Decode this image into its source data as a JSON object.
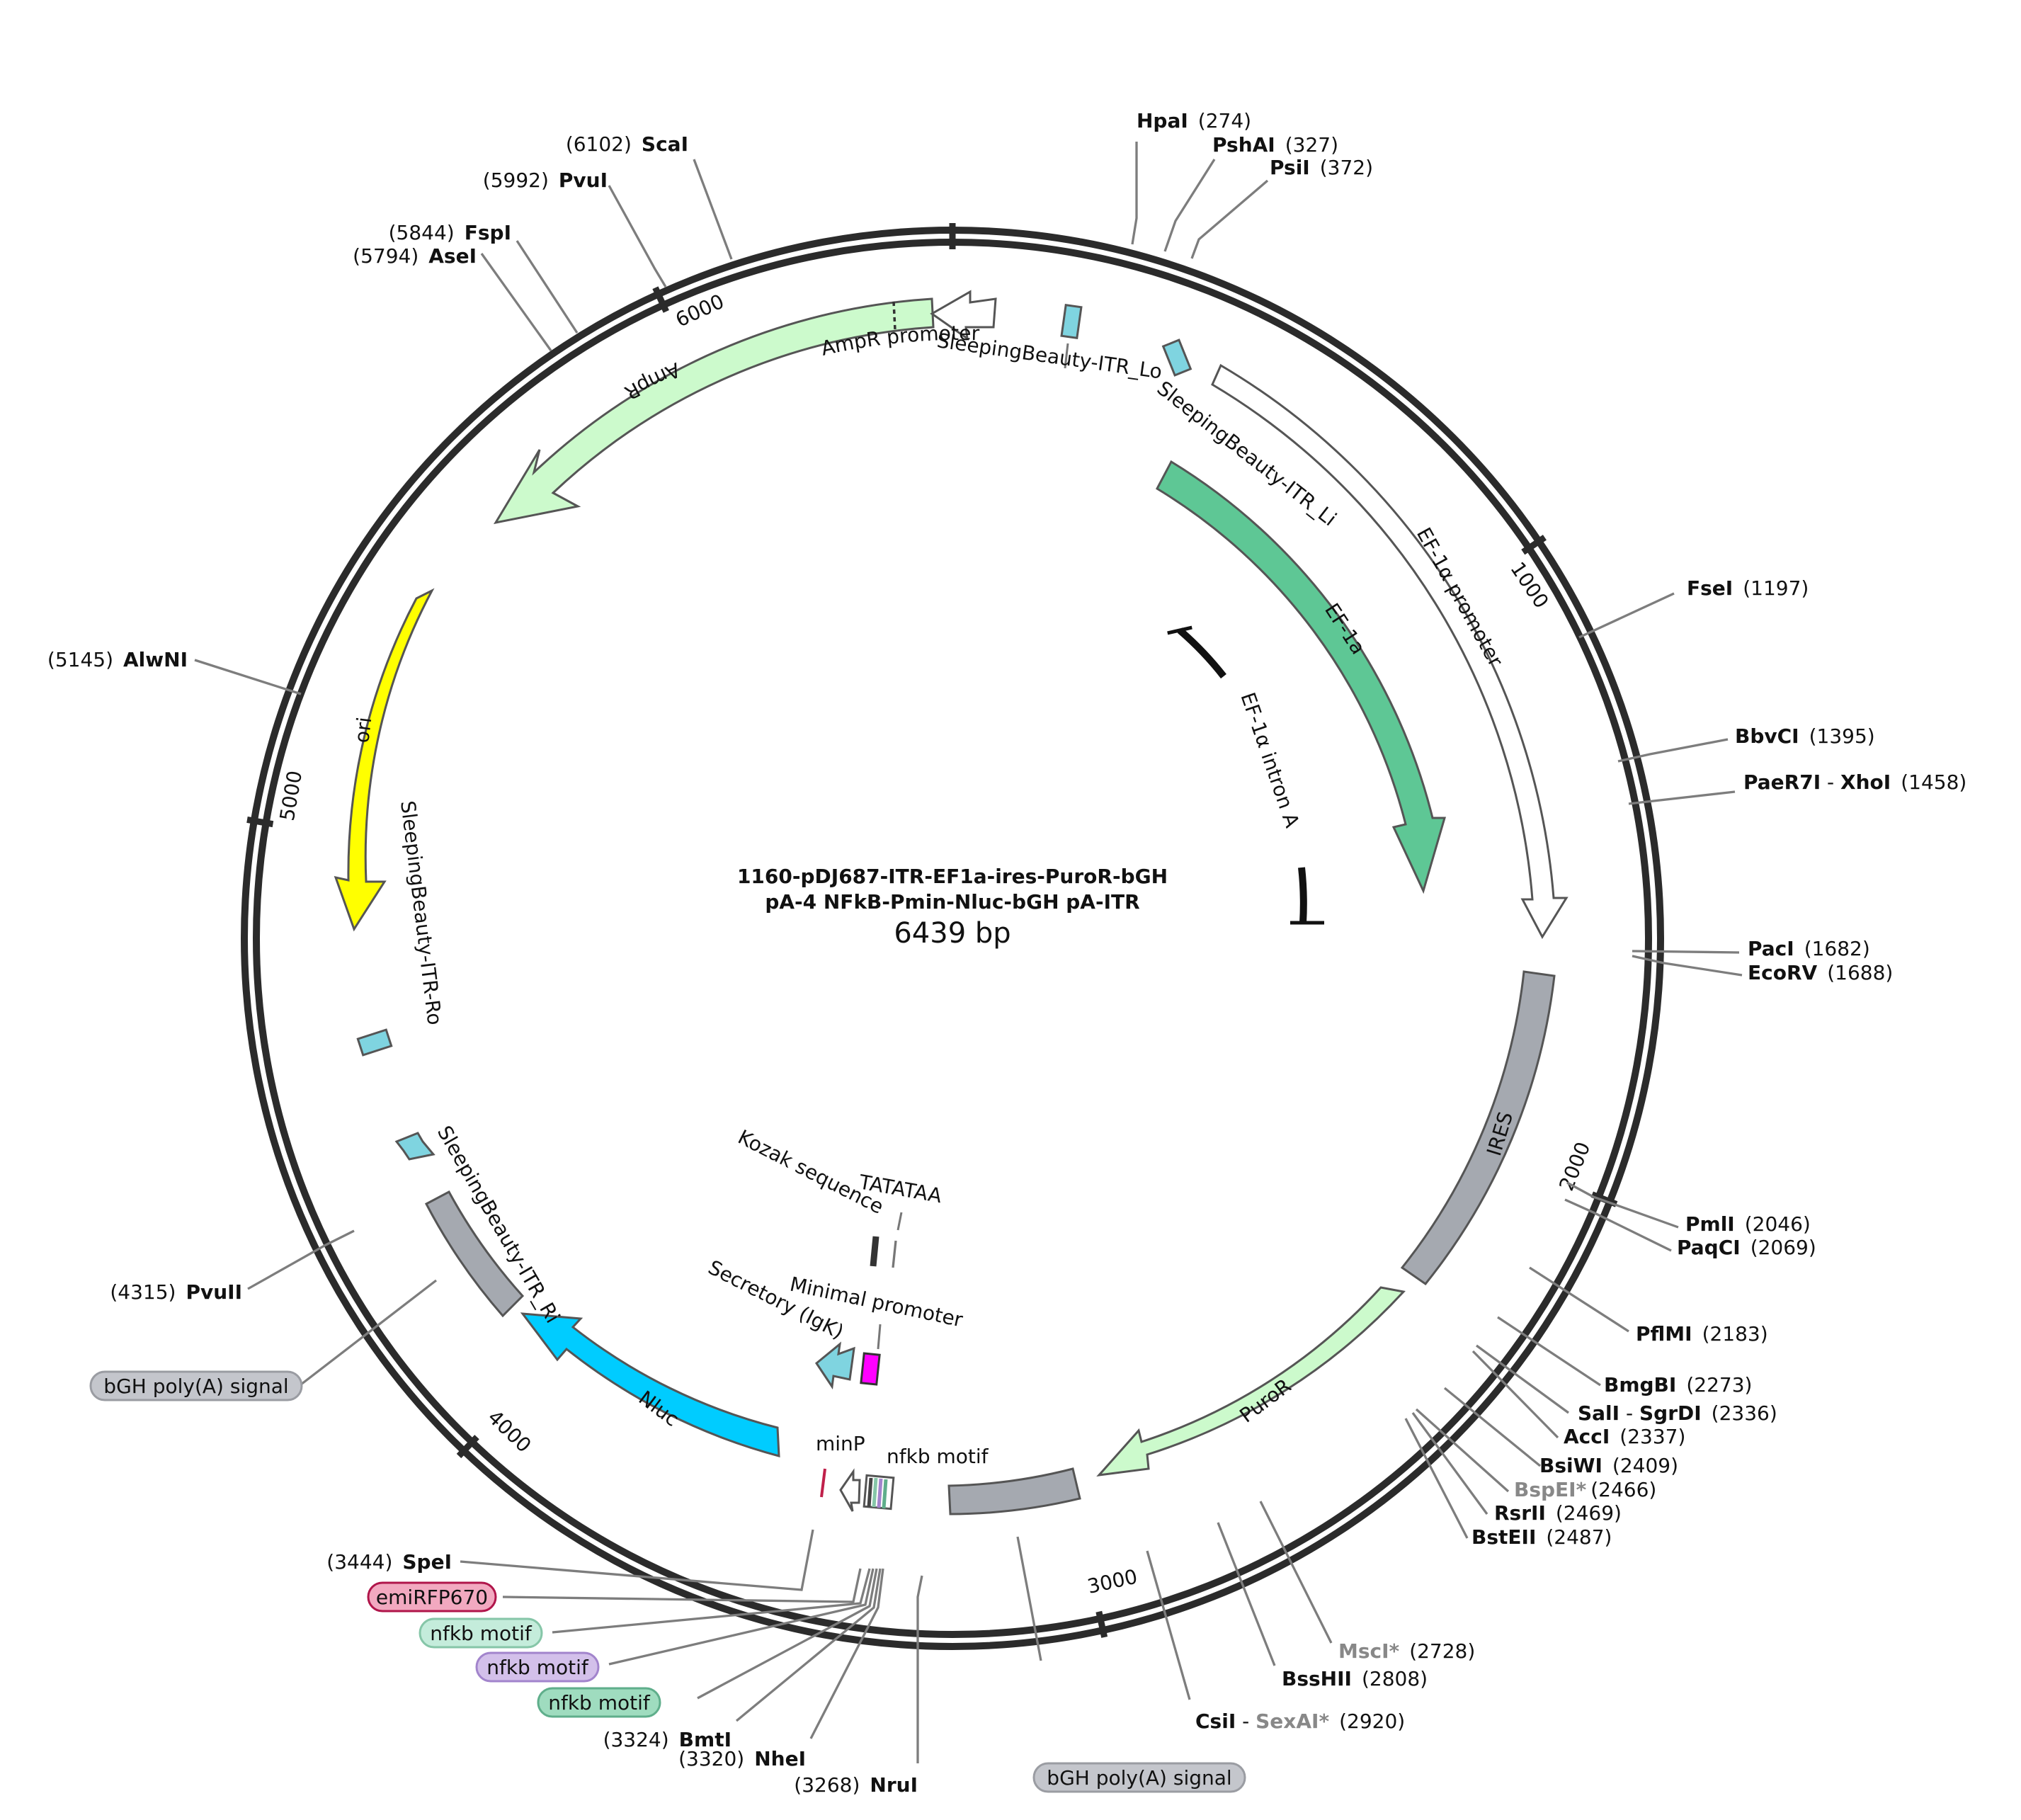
{
  "title_line1": "1160-pDJ687-ITR-EF1a-ires-PuroR-bGH",
  "title_line2": "pA-4 NFkB-Pmin-Nluc-bGH pA-ITR",
  "length_label": "6439 bp",
  "total_bp": 6439,
  "ticks": [
    {
      "bp": 0,
      "label": ""
    },
    {
      "bp": 1000,
      "label": "1000"
    },
    {
      "bp": 2000,
      "label": "2000"
    },
    {
      "bp": 3000,
      "label": "3000"
    },
    {
      "bp": 4000,
      "label": "4000"
    },
    {
      "bp": 5000,
      "label": "5000"
    },
    {
      "bp": 6000,
      "label": "6000"
    }
  ],
  "colors": {
    "backbone": "#2b2b2b",
    "AmpR": "#ccfacc",
    "ori": "#ffff00",
    "EF1a": "#5ec795",
    "IRES": "#a5a9b0",
    "PuroR": "#ccfacc",
    "Nluc": "#00ccff",
    "ITR": "#7fd4e0",
    "promoter_outline": "#ffffff",
    "minimal_promoter": "#ff00ff",
    "minP": "#c0204a",
    "intron": "#111111"
  },
  "features": [
    {
      "name": "AmpR",
      "label": "AmpR"
    },
    {
      "name": "AmpR promoter",
      "label": "AmpR promoter"
    },
    {
      "name": "ori",
      "label": "ori"
    },
    {
      "name": "SleepingBeauty-ITR_Lo",
      "label": "SleepingBeauty-ITR_Lo"
    },
    {
      "name": "SleepingBeauty-ITR_Li",
      "label": "SleepingBeauty-ITR_Li"
    },
    {
      "name": "EF-1a promoter",
      "label": "EF-1α promoter"
    },
    {
      "name": "EF-1a",
      "label": "EF-1a"
    },
    {
      "name": "EF-1a intron A",
      "label": "EF-1α intron A"
    },
    {
      "name": "IRES",
      "label": "IRES"
    },
    {
      "name": "PuroR",
      "label": "PuroR"
    },
    {
      "name": "Nluc",
      "label": "Nluc"
    },
    {
      "name": "SleepingBeauty-ITR_Ri",
      "label": "SleepingBeauty-ITR_Ri"
    },
    {
      "name": "SleepingBeauty-ITR-Ro",
      "label": "SleepingBeauty-ITR-Ro"
    },
    {
      "name": "Kozak sequence",
      "label": "Kozak sequence"
    },
    {
      "name": "TATATAA",
      "label": "TATATAA"
    },
    {
      "name": "Minimal promoter",
      "label": "Minimal promoter"
    },
    {
      "name": "Secretory (IgK)",
      "label": "Secretory (IgK)"
    },
    {
      "name": "minP",
      "label": "minP"
    },
    {
      "name": "nfkb motif",
      "label": "nfkb motif"
    }
  ],
  "sites": [
    {
      "name": "HpaI",
      "pos": "(274)"
    },
    {
      "name": "PshAI",
      "pos": "(327)"
    },
    {
      "name": "PsiI",
      "pos": "(372)"
    },
    {
      "name": "FseI",
      "pos": "(1197)"
    },
    {
      "name": "BbvCI",
      "pos": "(1395)"
    },
    {
      "name": "PaeR7I",
      "name2": "XhoI",
      "pos": "(1458)"
    },
    {
      "name": "PacI",
      "pos": "(1682)"
    },
    {
      "name": "EcoRV",
      "pos": "(1688)"
    },
    {
      "name": "PmlI",
      "pos": "(2046)"
    },
    {
      "name": "PaqCI",
      "pos": "(2069)"
    },
    {
      "name": "PflMI",
      "pos": "(2183)"
    },
    {
      "name": "BmgBI",
      "pos": "(2273)"
    },
    {
      "name": "SalI",
      "name2": "SgrDI",
      "pos": "(2336)"
    },
    {
      "name": "AccI",
      "pos": "(2337)"
    },
    {
      "name": "BsiWI",
      "pos": "(2409)"
    },
    {
      "name": "BspEI*",
      "pos": "(2466)"
    },
    {
      "name": "RsrII",
      "pos": "(2469)"
    },
    {
      "name": "BstEII",
      "pos": "(2487)"
    },
    {
      "name": "MscI*",
      "pos": "(2728)"
    },
    {
      "name": "BssHII",
      "pos": "(2808)"
    },
    {
      "name": "CsiI",
      "name2": "SexAI*",
      "pos": "(2920)"
    },
    {
      "name": "NruI",
      "pos": "(3268)"
    },
    {
      "name": "NheI",
      "pos": "(3320)"
    },
    {
      "name": "BmtI",
      "pos": "(3324)"
    },
    {
      "name": "SpeI",
      "pos": "(3444)"
    },
    {
      "name": "PvuII",
      "pos": "(4315)"
    },
    {
      "name": "AlwNI",
      "pos": "(5145)"
    },
    {
      "name": "AseI",
      "pos": "(5794)"
    },
    {
      "name": "FspI",
      "pos": "(5844)"
    },
    {
      "name": "PvuI",
      "pos": "(5992)"
    },
    {
      "name": "ScaI",
      "pos": "(6102)"
    }
  ],
  "boxed_labels": [
    {
      "name": "bGH poly(A) signal",
      "label": "bGH poly(A) signal",
      "color": "#c4c6cc",
      "stroke": "#9a9ca2"
    },
    {
      "name": "bGH poly(A) signal (2)",
      "label": "bGH poly(A) signal",
      "color": "#c4c6cc",
      "stroke": "#9a9ca2"
    },
    {
      "name": "emiRFP670",
      "label": "emiRFP670",
      "color": "#f2a9c0",
      "stroke": "#b0154a"
    },
    {
      "name": "nfkb motif 1",
      "label": "nfkb motif",
      "color": "#c4ecdb",
      "stroke": "#86c6a8"
    },
    {
      "name": "nfkb motif 2",
      "label": "nfkb motif",
      "color": "#d3c0ea",
      "stroke": "#a284cc"
    },
    {
      "name": "nfkb motif 3",
      "label": "nfkb motif",
      "color": "#9fdcbf",
      "stroke": "#5fae8b"
    }
  ]
}
